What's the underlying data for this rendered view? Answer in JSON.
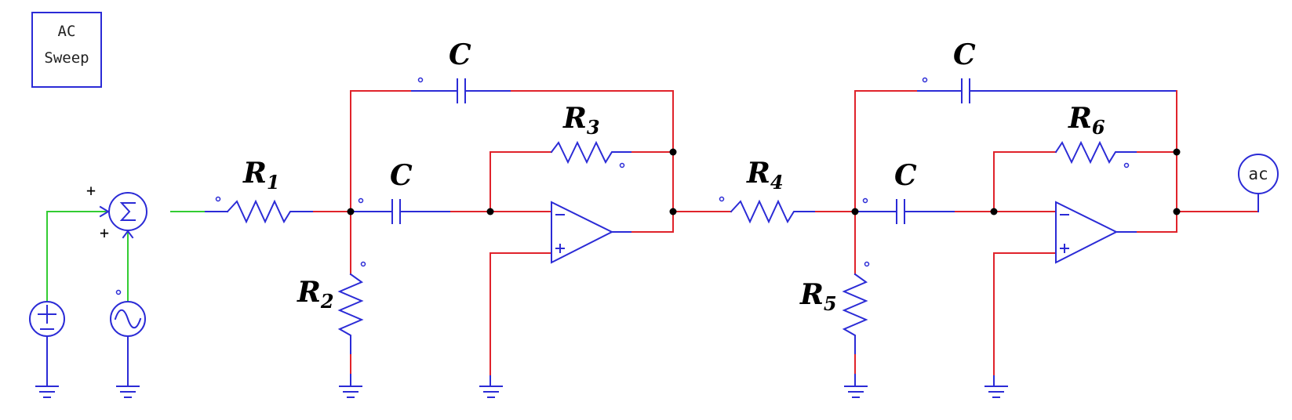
{
  "ac_sweep": {
    "line1": "AC",
    "line2": "Sweep"
  },
  "probe_label": "ac",
  "labels": {
    "c_top_1": "C",
    "c_mid_1": "C",
    "c_top_2": "C",
    "c_mid_2": "C",
    "r1": {
      "base": "R",
      "sub": "1"
    },
    "r2": {
      "base": "R",
      "sub": "2"
    },
    "r3": {
      "base": "R",
      "sub": "3"
    },
    "r4": {
      "base": "R",
      "sub": "4"
    },
    "r5": {
      "base": "R",
      "sub": "5"
    },
    "r6": {
      "base": "R",
      "sub": "6"
    }
  },
  "summer_signs": {
    "top": "+",
    "bottom": "+"
  },
  "colors": {
    "wire_red": "#e0232b",
    "wire_blue": "#2b2bd6",
    "wire_green": "#33cc33",
    "node": "#000000"
  }
}
